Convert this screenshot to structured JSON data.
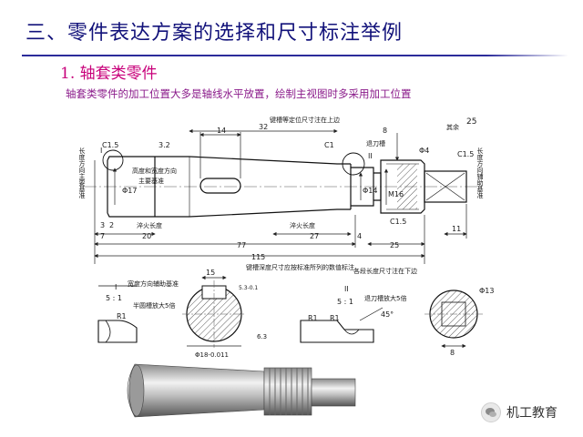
{
  "slide": {
    "title": "三、零件表达方案的选择和尺寸标注举例",
    "subtitle": "1. 轴套类零件",
    "intro": "轴套类零件的加工位置大多是轴线水平放置，绘制主视图时多采用加工位置"
  },
  "drawing": {
    "annotations": {
      "keyway_note": "键槽等定位尺寸注在上边",
      "roughness_note": "其余",
      "roughness_value": "25",
      "relief_groove": "退刀槽",
      "height_width_ref": "高度和宽度方向",
      "main_datum": "主要基准",
      "length_datum": "长度方向主要基准",
      "length_aux_datum": "长度方向辅助基准",
      "quench_length_left": "淬火长度",
      "quench_length_right": "淬火长度",
      "segment_note": "各段长度尺寸注在下边",
      "keyway_depth_note": "键槽深度尺寸应按标准所列的数值标注",
      "width_aux_datum": "宽度方向辅助基准",
      "half_circle_enlarge": "半圆槽放大5倍",
      "groove_enlarge": "退刀槽放大5倍"
    },
    "dims": {
      "d14": "14",
      "d32": "32",
      "c1_5_left": "C1.5",
      "r3_2": "3.2",
      "c1": "C1",
      "roman_ii": "II",
      "roman_i": "I",
      "d8": "8",
      "phi4": "Φ4",
      "c1_5_right": "C1.5",
      "phi17": "Φ17",
      "phi14": "Φ14",
      "m16": "M16",
      "c1_5_bottom": "C1.5",
      "d3": "3",
      "d2": "2",
      "d20": "20",
      "d27": "27",
      "d4": "4",
      "d11": "11",
      "d7": "7",
      "d77": "77",
      "d25": "25",
      "d115": "115",
      "d15": "15",
      "section_val": "5.3-0.1",
      "phi18": "Φ18-0.011",
      "d6_3": "6.3",
      "phi13": "Φ13",
      "d8b": "8",
      "scale_i": "5 : 1",
      "scale_ii": "5 : 1",
      "r1_a": "R1",
      "r1_b": "R1",
      "r1_c": "R1",
      "angle45": "45°",
      "label_i": "I",
      "label_ii": "II"
    }
  },
  "watermark": {
    "text": "机工教育"
  }
}
